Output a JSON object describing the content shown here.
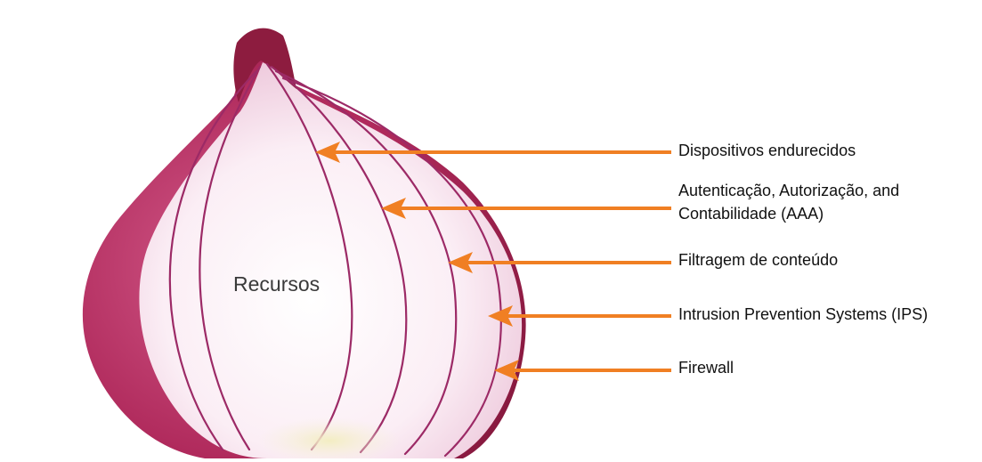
{
  "diagram": {
    "core_label": "Recursos",
    "layers": [
      {
        "label": "Dispositivos endurecidos"
      },
      {
        "label": "Autenticação, Autorização, and\nContabilidade (AAA)"
      },
      {
        "label": "Filtragem de conteúdo"
      },
      {
        "label": "Intrusion Prevention Systems (IPS)"
      },
      {
        "label": "Firewall"
      }
    ],
    "colors": {
      "arrow": "#f07f23",
      "onion_outer": "#a01f4a",
      "onion_ring": "#9c2a66",
      "onion_flesh": "#f6e3ee"
    }
  }
}
